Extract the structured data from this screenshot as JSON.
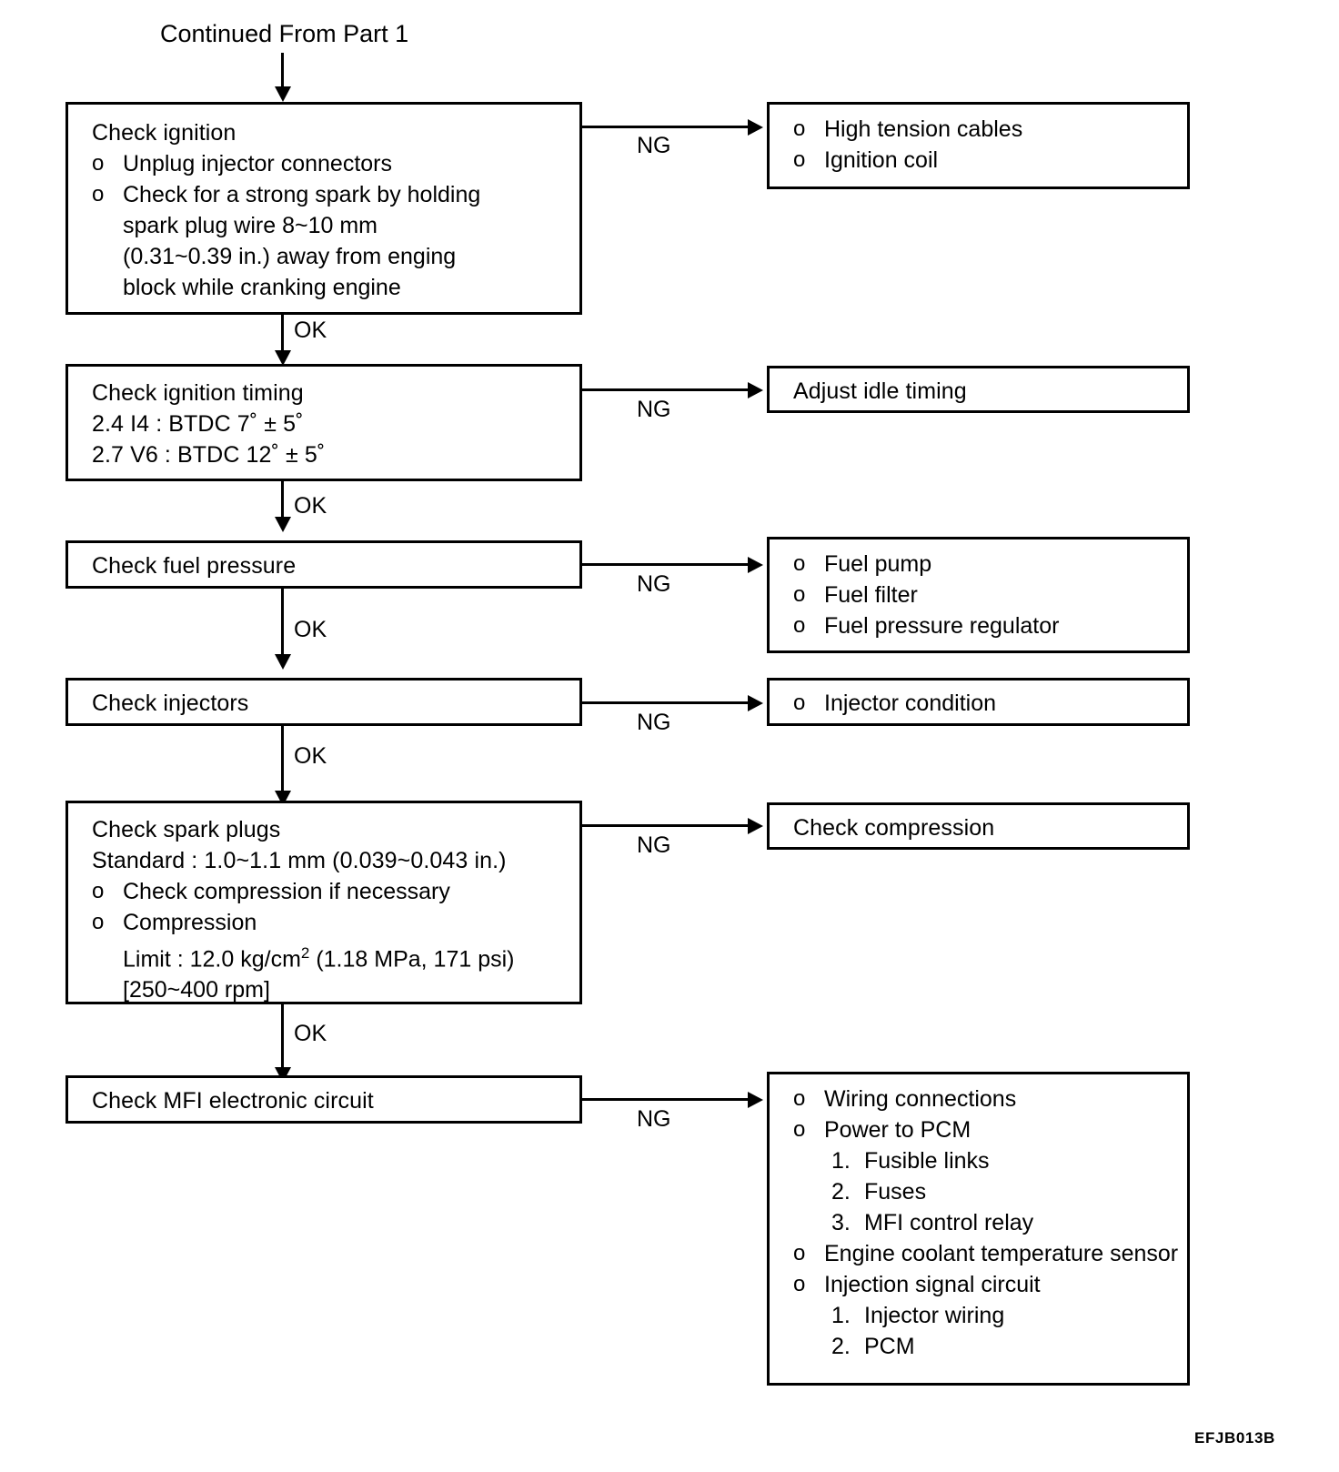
{
  "diagram": {
    "title": "Continued From Part 1",
    "figure_code": "EFJB013B",
    "edge_labels": {
      "ok": "OK",
      "ng": "NG"
    }
  },
  "steps": [
    {
      "id": "check-ignition",
      "heading": "Check ignition",
      "bullets": [
        {
          "mark": "o",
          "text": "Unplug injector connectors"
        },
        {
          "mark": "o",
          "text": "Check for a strong spark by holding"
        }
      ],
      "continuations": [
        "spark plug wire 8~10 mm",
        "(0.31~0.39 in.) away from enging",
        "block while cranking engine"
      ],
      "ng_label": "NG",
      "ok_label": "OK"
    },
    {
      "id": "check-ignition-timing",
      "heading": "Check ignition timing",
      "lines": [
        "2.4 I4 : BTDC 7˚ ± 5˚",
        "2.7 V6 : BTDC 12˚ ± 5˚"
      ],
      "ng_label": "NG",
      "ok_label": "OK"
    },
    {
      "id": "check-fuel-pressure",
      "heading": "Check fuel pressure",
      "ng_label": "NG",
      "ok_label": "OK"
    },
    {
      "id": "check-injectors",
      "heading": "Check injectors",
      "ng_label": "NG",
      "ok_label": "OK"
    },
    {
      "id": "check-spark-plugs",
      "heading": "Check spark plugs",
      "standard": "Standard : 1.0~1.1 mm (0.039~0.043 in.)",
      "bullets": [
        {
          "mark": "o",
          "text": "Check compression if necessary"
        },
        {
          "mark": "o",
          "text": "Compression"
        }
      ],
      "continuations": [
        "Limit : 12.0 kg/cm² (1.18 MPa, 171 psi)",
        "[250~400 rpm]"
      ],
      "limit_prefix": "Limit : 12.0 kg/cm",
      "limit_sup": "2",
      "limit_suffix": " (1.18 MPa, 171 psi)",
      "rpm": "[250~400 rpm]",
      "ng_label": "NG",
      "ok_label": "OK"
    },
    {
      "id": "check-mfi-electronic-circuit",
      "heading": "Check MFI electronic circuit",
      "ng_label": "NG"
    }
  ],
  "outcomes": [
    {
      "id": "ignition-faults",
      "items": [
        {
          "mark": "o",
          "text": "High tension cables"
        },
        {
          "mark": "o",
          "text": "Ignition coil"
        }
      ]
    },
    {
      "id": "adjust-idle-timing",
      "heading": "Adjust idle timing"
    },
    {
      "id": "fuel-faults",
      "items": [
        {
          "mark": "o",
          "text": "Fuel pump"
        },
        {
          "mark": "o",
          "text": "Fuel filter"
        },
        {
          "mark": "o",
          "text": "Fuel pressure regulator"
        }
      ]
    },
    {
      "id": "injector-faults",
      "items": [
        {
          "mark": "o",
          "text": "Injector condition"
        }
      ]
    },
    {
      "id": "check-compression",
      "heading": "Check compression"
    },
    {
      "id": "mfi-faults",
      "items": [
        {
          "mark": "o",
          "text": "Wiring connections"
        },
        {
          "mark": "o",
          "text": "Power to PCM"
        }
      ],
      "sub_power": [
        {
          "mark": "1.",
          "text": "Fusible links"
        },
        {
          "mark": "2.",
          "text": "Fuses"
        },
        {
          "mark": "3.",
          "text": "MFI control relay"
        }
      ],
      "items2": [
        {
          "mark": "o",
          "text": "Engine coolant temperature sensor"
        },
        {
          "mark": "o",
          "text": "Injection signal circuit"
        }
      ],
      "sub_signal": [
        {
          "mark": "1.",
          "text": "Injector wiring"
        },
        {
          "mark": "2.",
          "text": "PCM"
        }
      ]
    }
  ]
}
